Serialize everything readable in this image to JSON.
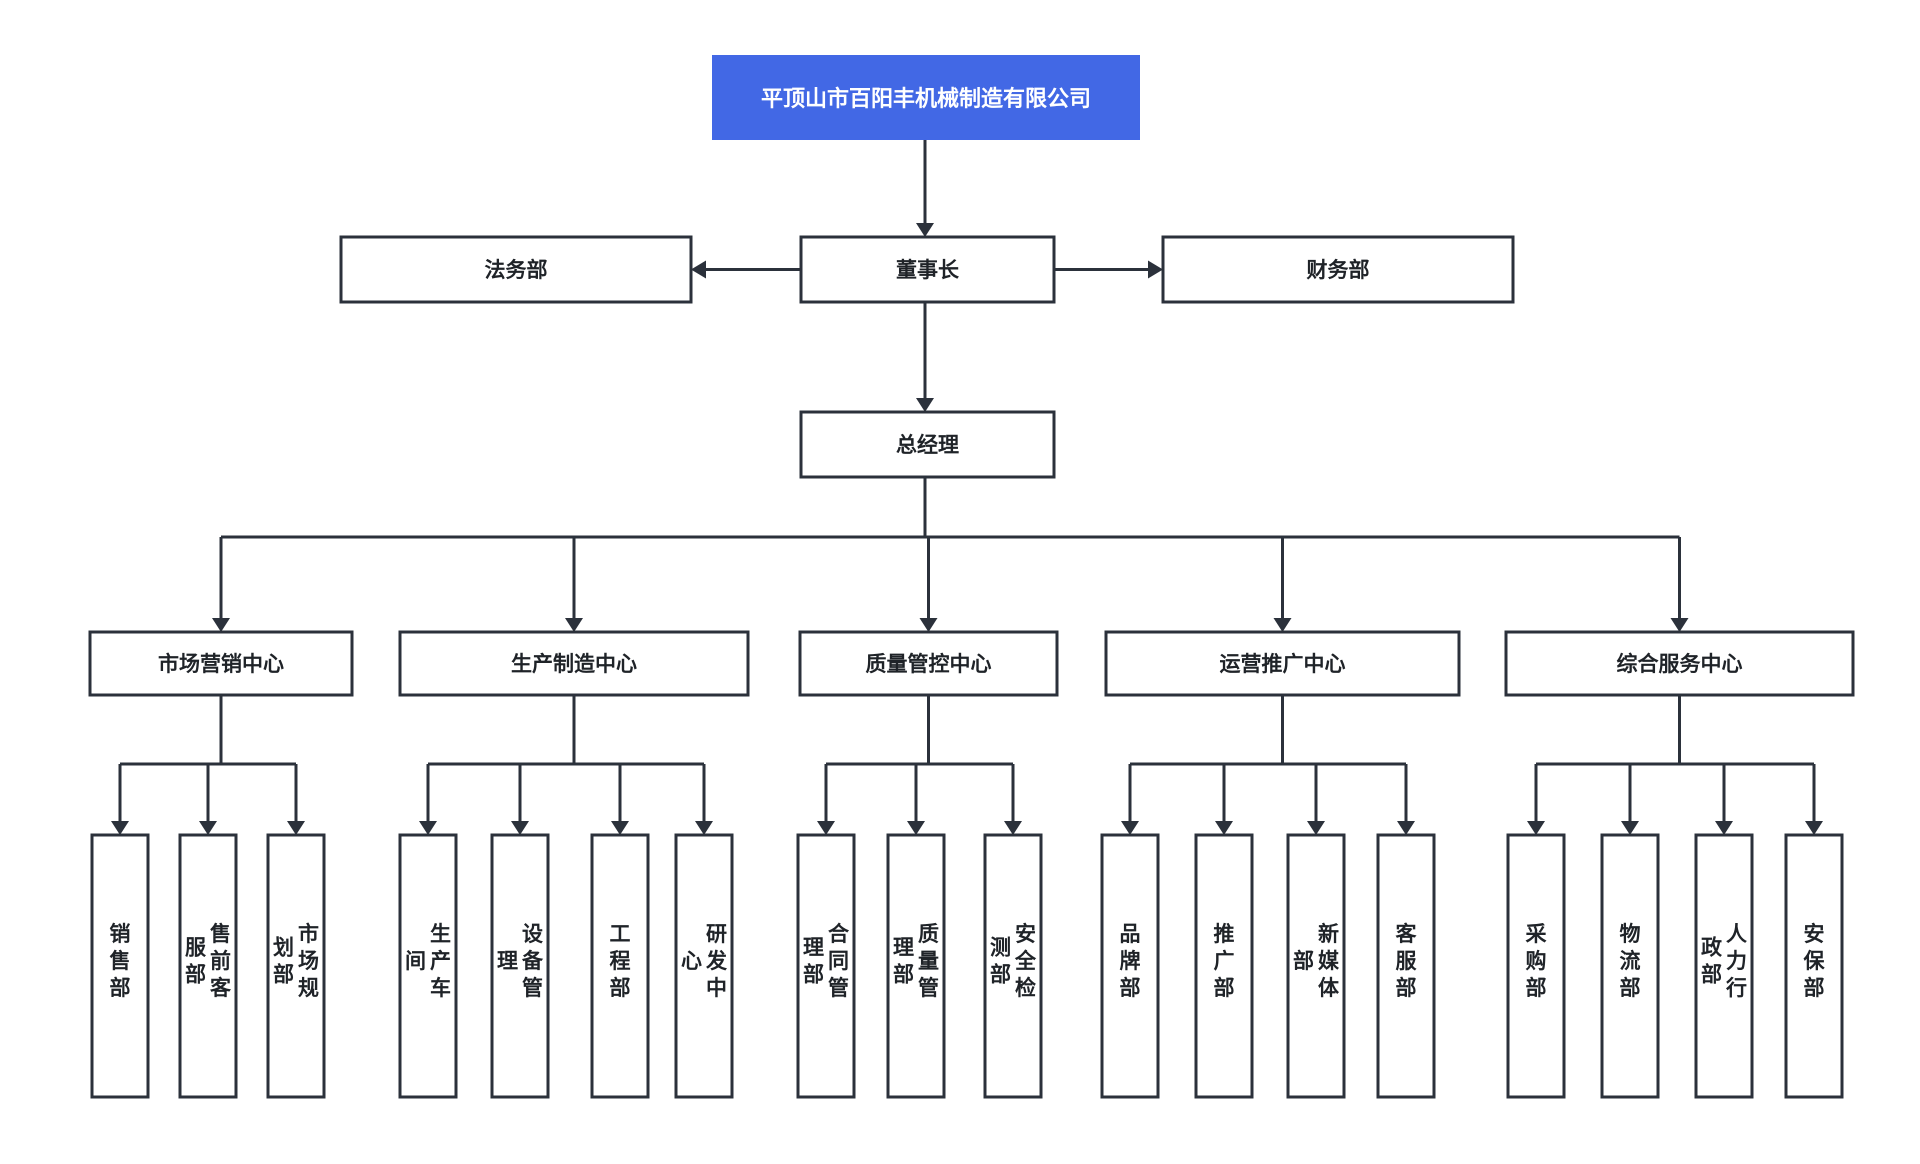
{
  "meta": {
    "diagram_type": "organization-chart",
    "orientation": "top-down",
    "background_color": "#ffffff",
    "box_border_color": "#2b313b",
    "connector_color": "#2b313b",
    "root_fill_color": "#4268e5",
    "root_text_color": "#ffffff",
    "text_color": "#1f2328"
  },
  "root": {
    "label": "平顶山市百阳丰机械制造有限公司"
  },
  "level2": {
    "center": {
      "label": "董事长"
    },
    "left": {
      "label": "法务部"
    },
    "right": {
      "label": "财务部"
    }
  },
  "level3": {
    "center": {
      "label": "总经理"
    }
  },
  "centers": [
    {
      "label": "市场营销中心",
      "children": [
        {
          "label": "销售部"
        },
        {
          "label": "售前客服部"
        },
        {
          "label": "市场规划部"
        }
      ]
    },
    {
      "label": "生产制造中心",
      "children": [
        {
          "label": "生产车间"
        },
        {
          "label": "设备管理"
        },
        {
          "label": "工程部"
        },
        {
          "label": "研发中心"
        }
      ]
    },
    {
      "label": "质量管控中心",
      "children": [
        {
          "label": "合同管理部"
        },
        {
          "label": "质量管理部"
        },
        {
          "label": "安全检测部"
        }
      ]
    },
    {
      "label": "运营推广中心",
      "children": [
        {
          "label": "品牌部"
        },
        {
          "label": "推广部"
        },
        {
          "label": "新媒体部"
        },
        {
          "label": "客服部"
        }
      ]
    },
    {
      "label": "综合服务中心",
      "children": [
        {
          "label": "采购部"
        },
        {
          "label": "物流部"
        },
        {
          "label": "人力行政部"
        },
        {
          "label": "安保部"
        }
      ]
    }
  ]
}
